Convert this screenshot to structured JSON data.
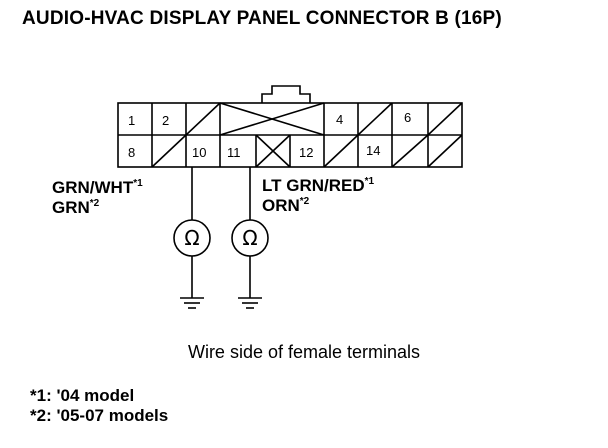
{
  "title": "AUDIO-HVAC DISPLAY PANEL CONNECTOR B (16P)",
  "connector": {
    "top_row_pins": [
      "1",
      "2",
      "4",
      "6"
    ],
    "bottom_row_pins": [
      "8",
      "10",
      "11",
      "12",
      "14"
    ]
  },
  "left_wire": {
    "label_1": "GRN/WHT",
    "mark_1": "*1",
    "label_2": "GRN",
    "mark_2": "*2"
  },
  "right_wire": {
    "label_1": "LT GRN/RED",
    "mark_1": "*1",
    "label_2": "ORN",
    "mark_2": "*2"
  },
  "meter_symbol": "Ω",
  "caption": "Wire side of female terminals",
  "notes": [
    {
      "text": "*1: '04 model"
    },
    {
      "text": "*2: '05-07 models"
    }
  ]
}
